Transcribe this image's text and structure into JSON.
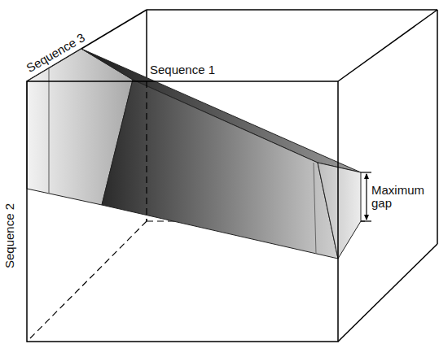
{
  "diagram": {
    "labels": [
      "Sequence 3",
      "Sequence 1",
      "Sequence 2",
      "Maximum gap"
    ]
  }
}
